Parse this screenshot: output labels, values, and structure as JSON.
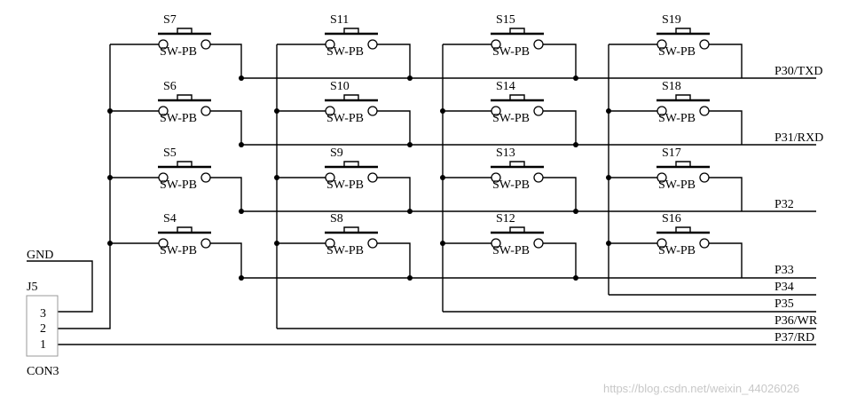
{
  "switch_value": "SW-PB",
  "switch_grid": [
    [
      "S7",
      "S11",
      "S15",
      "S19"
    ],
    [
      "S6",
      "S10",
      "S14",
      "S18"
    ],
    [
      "S5",
      "S9",
      "S13",
      "S17"
    ],
    [
      "S4",
      "S8",
      "S12",
      "S16"
    ]
  ],
  "row_nets": [
    "P30/TXD",
    "P31/RXD",
    "P32",
    "P33"
  ],
  "column_nets": [
    "P34",
    "P35",
    "P36/WR",
    "P37/RD"
  ],
  "connector": {
    "ref": "J5",
    "value": "CON3",
    "pins": [
      "3",
      "2",
      "1"
    ],
    "net_gnd": "GND"
  },
  "watermark": "https://blog.csdn.net/weixin_44026026"
}
